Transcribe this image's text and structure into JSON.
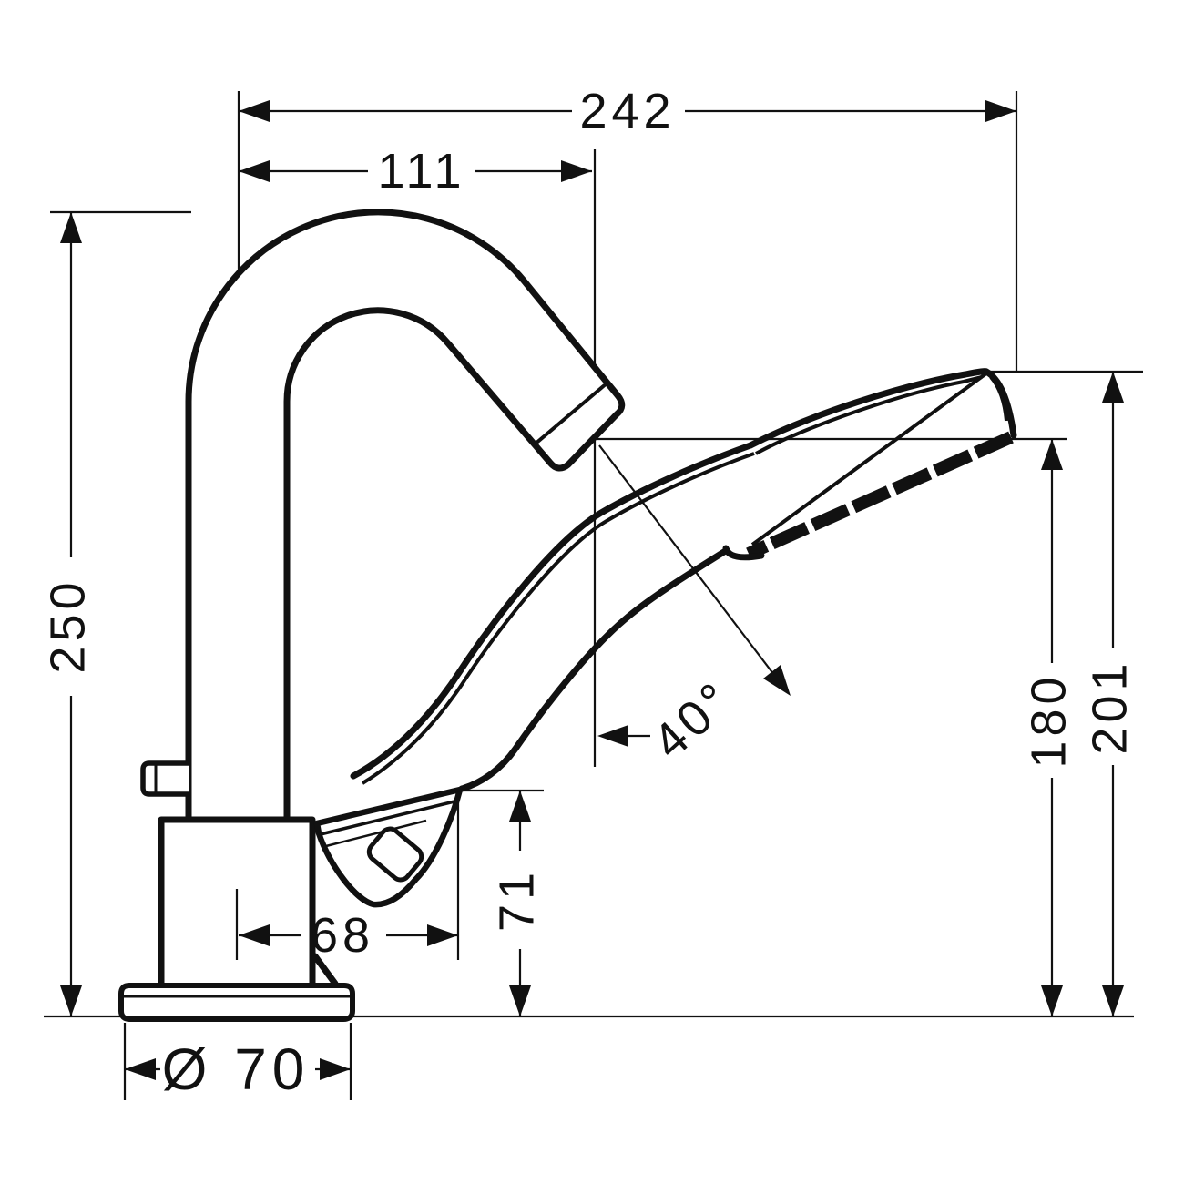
{
  "drawing": {
    "type": "technical-dimension-drawing",
    "subject": "deck-mounted bath spout with hand shower in holder",
    "units": "mm",
    "background_color": "#ffffff",
    "line_color": "#111111",
    "dimensions": {
      "overall_width": "242",
      "spout_reach": "111",
      "overall_height": "250",
      "spout_outlet_height": "180",
      "handshower_top_height": "201",
      "holder_height": "71",
      "spout_to_holder_distance": "68",
      "base_diameter": "Ø 70",
      "spray_angle": "40°"
    }
  }
}
